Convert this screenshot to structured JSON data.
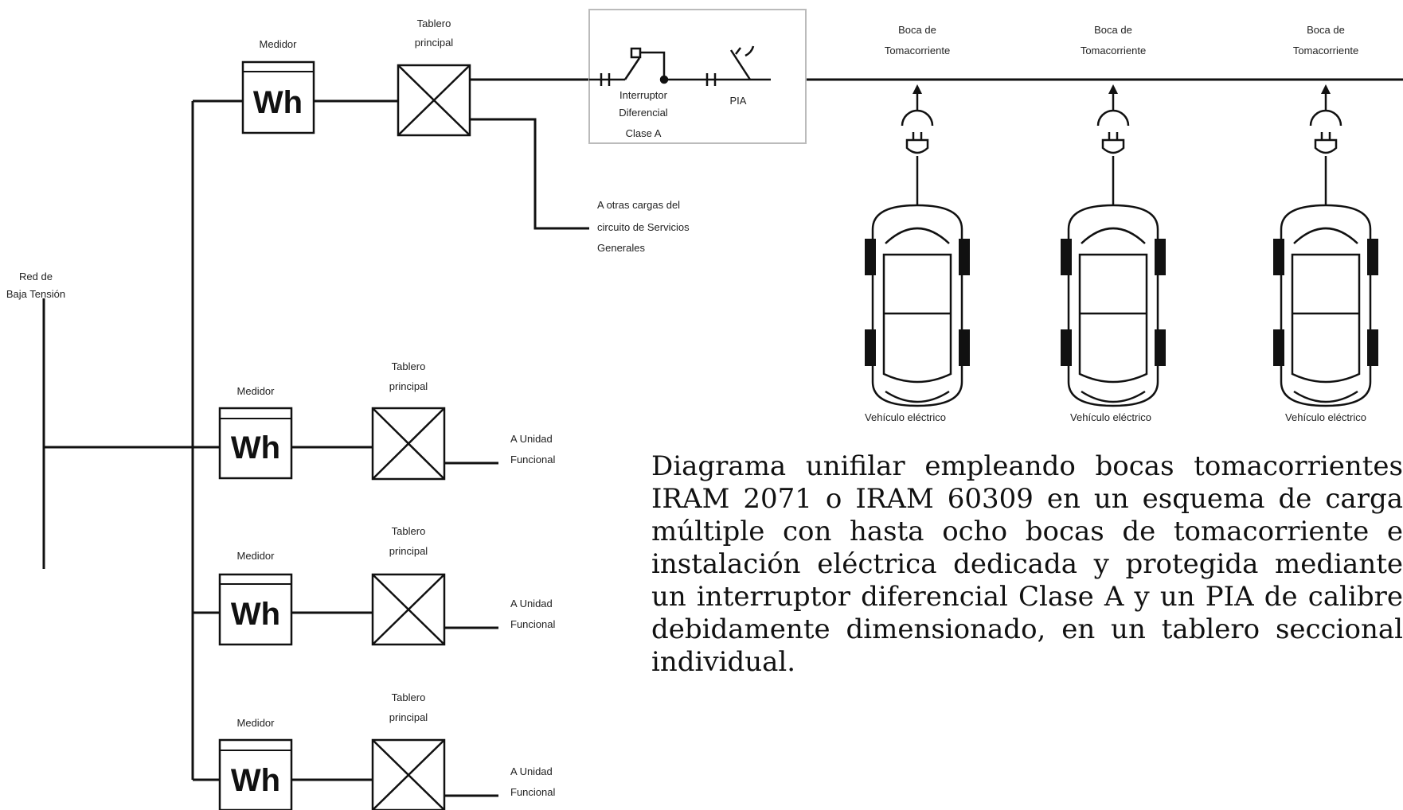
{
  "red": {
    "line1": "Red de",
    "line2": "Baja Tensión"
  },
  "meter_label": "Medidor",
  "meter_symbol": "Wh",
  "panel_label": {
    "line1": "Tablero",
    "line2": "principal"
  },
  "breaker": {
    "diff_label": {
      "line1": "Interruptor",
      "line2": "Diferencial",
      "line3": "Clase A"
    },
    "pia_label": "PIA"
  },
  "general_services": {
    "line1": "A otras cargas del",
    "line2": "circuito de Servicios",
    "line3": "Generales"
  },
  "unit_dest": {
    "line1": "A Unidad",
    "line2": "Funcional"
  },
  "outlet_label": {
    "line1": "Boca de",
    "line2": "Tomacorriente"
  },
  "vehicle_label": "Vehículo eléctrico",
  "caption": "Diagrama unifilar empleando bocas tomacorrientes IRAM 2071 o IRAM 60309 en un esquema de carga múltiple con hasta ocho bocas de tomacorriente e instalación eléctrica dedicada y protegida mediante un interruptor diferencial Clase A y un PIA de calibre debidamente dimensionado, en un tablero seccional individual."
}
